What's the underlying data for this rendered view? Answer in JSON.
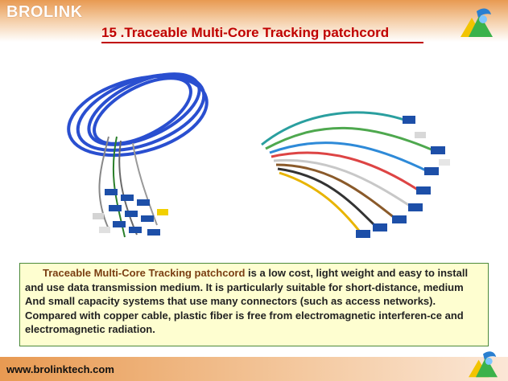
{
  "header": {
    "brand": "BROLINK",
    "title": "15 .Traceable Multi-Core Tracking patchcord"
  },
  "description": {
    "highlight": "Traceable Multi-Core Tracking patchcord",
    "text": " is a low cost, light weight and easy to install and use data transmission medium. It is particularly suitable for short-distance, medium And small capacity systems that use many connectors (such as access networks). Compared with copper cable, plastic fiber is free from electromagnetic interferen-ce and electromagnetic radiation."
  },
  "footer": {
    "url": "www.brolinktech.com"
  },
  "colors": {
    "accent": "#c00000",
    "header_orange": "#e89a52",
    "box_fill": "#fefed0",
    "box_border": "#4c8a3a",
    "cable_blue": "#2a4fd0"
  },
  "icons": [
    "brand-logo-icon"
  ]
}
